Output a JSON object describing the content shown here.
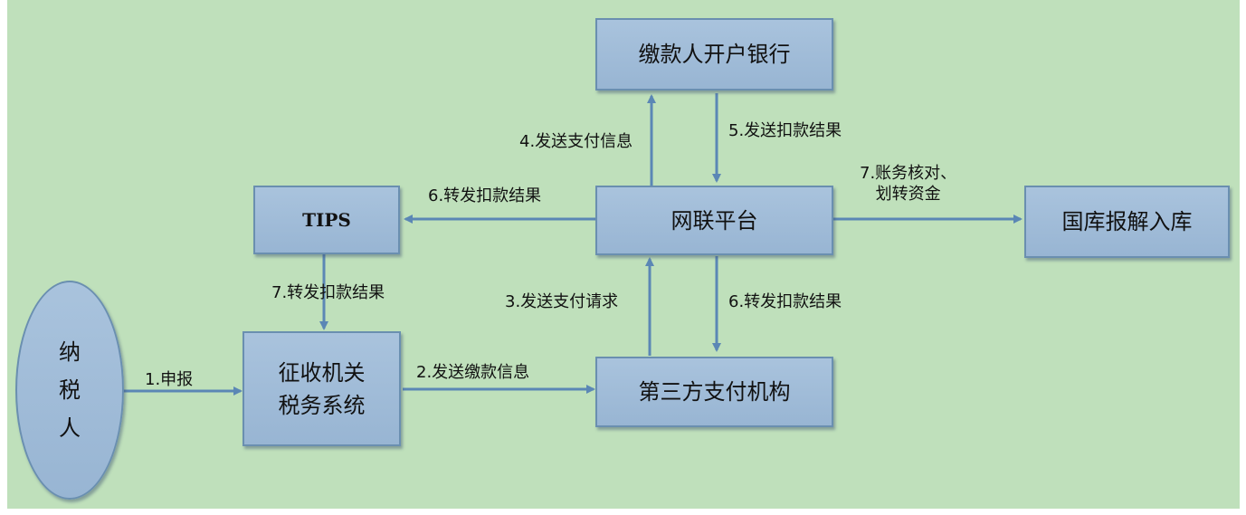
{
  "nodes": {
    "bank": "缴款人开户银行",
    "platform": "网联平台",
    "tips": "TIPS",
    "treasury": "国库报解入库",
    "taxpayer": "纳\n税\n人",
    "tax_system": "征收机关\n税务系统",
    "third_party": "第三方支付机构"
  },
  "edges": {
    "e1": "1.申报",
    "e2": "2.发送缴款信息",
    "e3": "3.发送支付请求",
    "e4": "4.发送支付信息",
    "e5": "5.发送扣款结果",
    "e6_tips": "6.转发扣款结果",
    "e6_third": "6.转发扣款结果",
    "e7_tax": "7.转发扣款结果",
    "e7_treasury": "7.账务核对、\n划转资金"
  },
  "colors": {
    "background": "#bfe0bb",
    "box_fill": "#a3bedb",
    "border": "#6a8fb0",
    "arrow": "#5b87b5"
  }
}
